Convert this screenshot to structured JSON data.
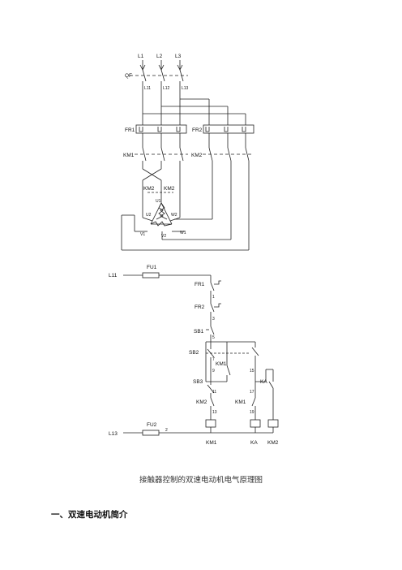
{
  "power_circuit": {
    "phases": [
      "L1",
      "L2",
      "L3"
    ],
    "breaker": "QF",
    "line_labels": [
      "L11",
      "L12",
      "L13"
    ],
    "fr1": "FR1",
    "fr2": "FR2",
    "km1": "KM1",
    "km2": "KM2",
    "km2_star_left": "KM2",
    "km2_star_right": "KM2",
    "terminals": {
      "u1": "U1",
      "u2": "U2",
      "w2": "W2",
      "v1": "V1",
      "w1": "W1",
      "v2": "V2"
    }
  },
  "control_circuit": {
    "l11": "L11",
    "fu1": "FU1",
    "fr1": "FR1",
    "fr2": "FR2",
    "sb1": "SB1",
    "sb2": "SB2",
    "sb3": "SB3",
    "km1_aux": "KM1",
    "km2_interlock": "KM2",
    "km1_interlock": "KM1",
    "ka_contact": "KA",
    "l13": "L13",
    "fu2": "FU2",
    "wire_numbers": [
      "1",
      "3",
      "5",
      "7",
      "9",
      "11",
      "13",
      "15",
      "17",
      "19",
      "2"
    ],
    "coils": [
      "KM1",
      "KA",
      "KM2"
    ]
  },
  "caption": "接触器控制的双速电动机电气原理图",
  "section_heading": "一、双速电动机简介"
}
